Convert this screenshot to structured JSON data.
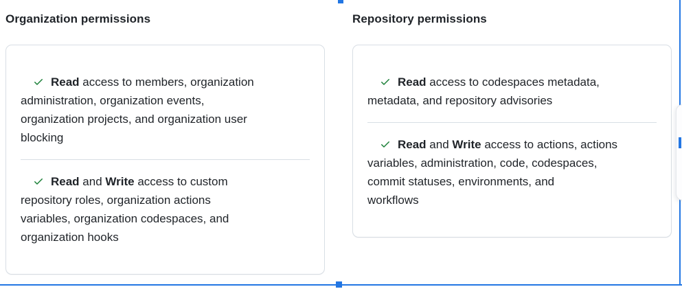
{
  "colors": {
    "text": "#1f2328",
    "card_border": "#d8dee4",
    "divider": "#d8dee4",
    "check_green": "#1a7f37",
    "selection_blue": "#2276e3",
    "background": "#ffffff"
  },
  "icons": {
    "check": "check-icon"
  },
  "panels": [
    {
      "title": "Organization permissions",
      "items": [
        {
          "lines": [
            [
              {
                "t": "Read",
                "b": 1
              },
              {
                "t": " access to members, organization",
                "b": 0
              }
            ],
            [
              {
                "t": "administration, organization events,",
                "b": 0
              }
            ],
            [
              {
                "t": "organization projects, and organization user",
                "b": 0
              }
            ],
            [
              {
                "t": "blocking",
                "b": 0
              }
            ]
          ]
        },
        {
          "lines": [
            [
              {
                "t": "Read",
                "b": 1
              },
              {
                "t": " and ",
                "b": 0
              },
              {
                "t": "Write",
                "b": 1
              },
              {
                "t": " access to custom",
                "b": 0
              }
            ],
            [
              {
                "t": "repository roles, organization actions",
                "b": 0
              }
            ],
            [
              {
                "t": "variables, organization codespaces, and",
                "b": 0
              }
            ],
            [
              {
                "t": "organization hooks",
                "b": 0
              }
            ]
          ]
        }
      ]
    },
    {
      "title": "Repository permissions",
      "items": [
        {
          "lines": [
            [
              {
                "t": "Read",
                "b": 1
              },
              {
                "t": " access to codespaces metadata,",
                "b": 0
              }
            ],
            [
              {
                "t": "metadata, and repository advisories",
                "b": 0
              }
            ]
          ]
        },
        {
          "lines": [
            [
              {
                "t": "Read",
                "b": 1
              },
              {
                "t": " and ",
                "b": 0
              },
              {
                "t": "Write",
                "b": 1
              },
              {
                "t": " access to actions, actions",
                "b": 0
              }
            ],
            [
              {
                "t": "variables, administration, code, codespaces,",
                "b": 0
              }
            ],
            [
              {
                "t": "commit statuses, environments, and",
                "b": 0
              }
            ],
            [
              {
                "t": "workflows",
                "b": 0
              }
            ]
          ]
        }
      ]
    }
  ]
}
